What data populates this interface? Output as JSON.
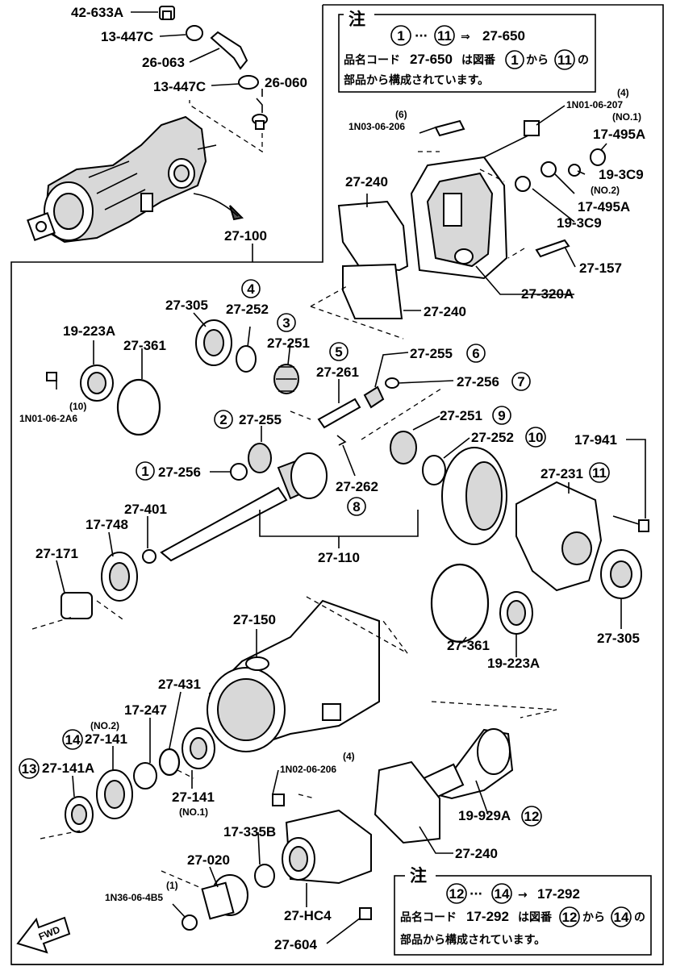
{
  "labels": {
    "l_42_633A": "42-633A",
    "l_13_447C_a": "13-447C",
    "l_26_063": "26-063",
    "l_13_447C_b": "13-447C",
    "l_26_060": "26-060",
    "l_27_100": "27-100",
    "l_1N03": "1N03-06-206",
    "l_1N03_q": "(6)",
    "l_1N01_207": "1N01-06-207",
    "l_1N01_207_q": "(4)",
    "l_no1_a": "(NO.1)",
    "l_17_495A_a": "17-495A",
    "l_27_240_a": "27-240",
    "l_19_3C9_a": "19-3C9",
    "l_no2_a": "(NO.2)",
    "l_17_495A_b": "17-495A",
    "l_19_3C9_b": "19-3C9",
    "l_27_157": "27-157",
    "l_27_320A": "27-320A",
    "l_27_240_b": "27-240",
    "l_27_305_a": "27-305",
    "l_27_252_a": "27-252",
    "l_27_251_a": "27-251",
    "l_19_223A_a": "19-223A",
    "l_27_361_a": "27-361",
    "l_27_261": "27-261",
    "l_27_255_a": "27-255",
    "l_27_256_a": "27-256",
    "l_1N01_2A6": "1N01-06-2A6",
    "l_1N01_2A6_q": "(10)",
    "l_27_255_b": "27-255",
    "l_27_251_b": "27-251",
    "l_27_252_b": "27-252",
    "l_17_941": "17-941",
    "l_27_256_b": "27-256",
    "l_27_262": "27-262",
    "l_27_231": "27-231",
    "l_27_401": "27-401",
    "l_17_748": "17-748",
    "l_27_171": "27-171",
    "l_27_110": "27-110",
    "l_27_150": "27-150",
    "l_27_361_b": "27-361",
    "l_19_223A_b": "19-223A",
    "l_27_305_b": "27-305",
    "l_27_431": "27-431",
    "l_no2_b": "(NO.2)",
    "l_17_247": "17-247",
    "l_27_141": "27-141",
    "l_27_141A": "27-141A",
    "l_27_141_b": "27-141",
    "l_no1_b": "(NO.1)",
    "l_1N02": "1N02-06-206",
    "l_1N02_q": "(4)",
    "l_19_929A": "19-929A",
    "l_27_240_c": "27-240",
    "l_17_335B": "17-335B",
    "l_27_020": "27-020",
    "l_1N36": "1N36-06-4B5",
    "l_1N36_q": "(1)",
    "l_27_HC4": "27-HC4",
    "l_27_604": "27-604",
    "l_fwd": "FWD"
  },
  "circled": {
    "c4": "4",
    "c3": "3",
    "c5": "5",
    "c6": "6",
    "c7": "7",
    "c2": "2",
    "c9": "9",
    "c10": "10",
    "c1": "1",
    "c11": "11",
    "c8": "8",
    "c14": "14",
    "c13": "13",
    "c12": "12"
  },
  "note_top": {
    "head": "注",
    "from": "1",
    "dots": "···",
    "to": "11",
    "arrow": "⇒",
    "code": "27-650",
    "line2_prefix": "品名コード",
    "line2_code": "27-650",
    "line2_mid": "は図番",
    "line2_from": "1",
    "line2_kara": "から",
    "line2_to": "11",
    "line2_no": "の",
    "line3": "部品から構成されています。"
  },
  "note_bottom": {
    "head": "注",
    "from": "12",
    "dots": "···",
    "to": "14",
    "arrow": "→",
    "code": "17-292",
    "line2_prefix": "品名コード",
    "line2_code": "17-292",
    "line2_mid": "は図番",
    "line2_from": "12",
    "line2_kara": "から",
    "line2_to": "14",
    "line2_no": "の",
    "line3": "部品から構成されています。"
  }
}
